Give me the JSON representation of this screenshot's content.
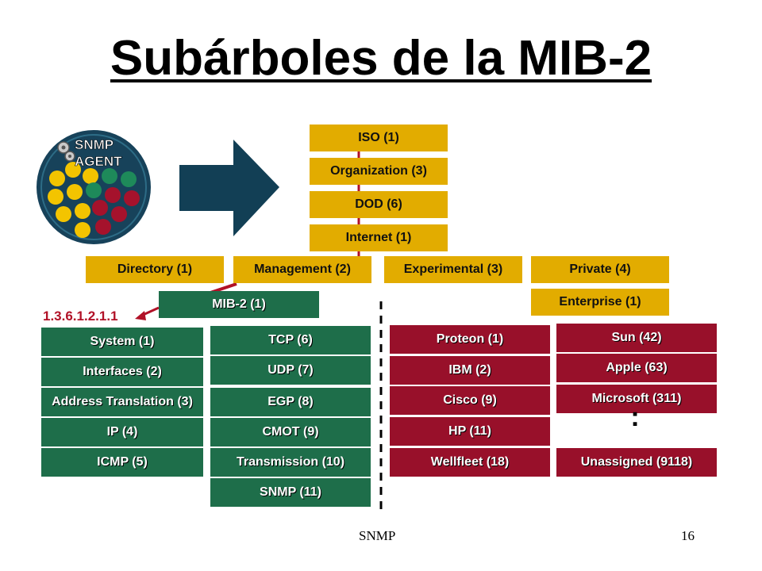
{
  "title": "Subárboles de la MIB-2",
  "agent": {
    "line1": "SNMP",
    "line2": "AGENT"
  },
  "trunk": [
    "ISO (1)",
    "Organization (3)",
    "DOD (6)",
    "Internet (1)"
  ],
  "internet_children": [
    "Directory (1)",
    "Management (2)",
    "Experimental (3)",
    "Private (4)"
  ],
  "mib2": "MIB-2 (1)",
  "enterprise": "Enterprise (1)",
  "oid": "1.3.6.1.2.1.1",
  "mib_groups_left": [
    "System (1)",
    "Interfaces (2)",
    "Address Translation (3)",
    "IP (4)",
    "ICMP (5)"
  ],
  "mib_groups_right": [
    "TCP (6)",
    "UDP (7)",
    "EGP (8)",
    "CMOT (9)",
    "Transmission (10)",
    "SNMP (11)"
  ],
  "experimental_items": [
    "Proteon (1)",
    "IBM (2)",
    "Cisco (9)",
    "HP (11)",
    "Wellfleet (18)"
  ],
  "enterprise_items": [
    "Sun (42)",
    "Apple (63)",
    "Microsoft (311)",
    "Unassigned (9118)"
  ],
  "ellipsis": ":",
  "footer": {
    "left": "SNMP",
    "right": "16"
  },
  "colors": {
    "gold": "#e2ac00",
    "green": "#1e6e4a",
    "red": "#98102a",
    "arrow": "#123f55",
    "connector": "#b11127"
  }
}
